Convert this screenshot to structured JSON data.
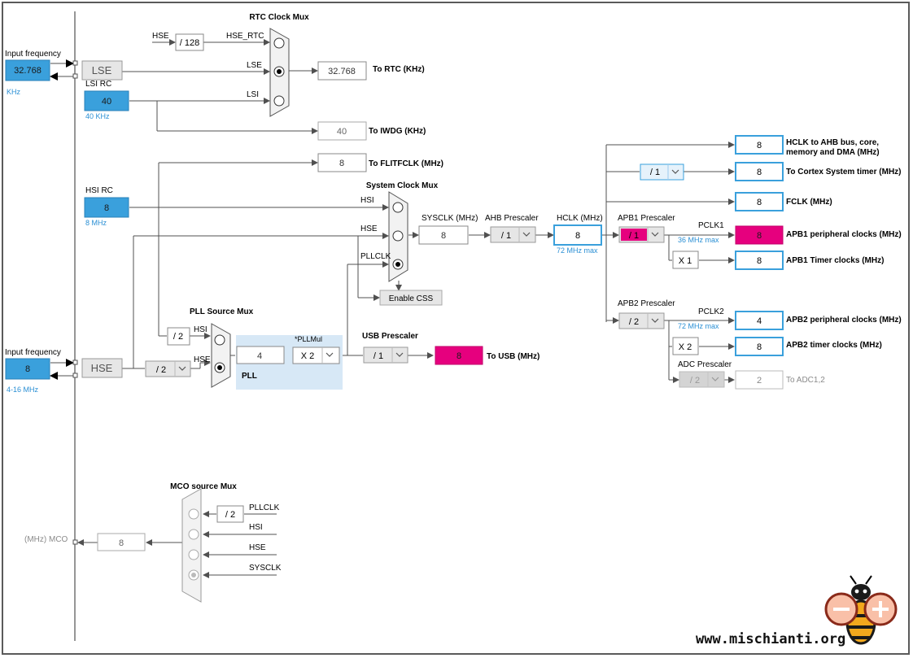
{
  "colors": {
    "blue": "#3aa0dc",
    "magenta": "#e6007e",
    "line": "#505050",
    "light_panel": "#d7e8f6"
  },
  "texts": {
    "rtc_mux": "RTC Clock Mux",
    "hse": "HSE",
    "div128": "/ 128",
    "hse_rtc": "HSE_RTC",
    "lse_label": "LSE",
    "lsi_label": "LSI",
    "input_freq": "Input frequency",
    "lse_val": "32.768",
    "lse_box": "LSE",
    "khz": "KHz",
    "lsi_rc": "LSI RC",
    "lsi_val": "40",
    "lsi_khz": "40 KHz",
    "rtc_out": "32.768",
    "to_rtc": "To RTC (KHz)",
    "iwdg_out": "40",
    "to_iwdg": "To IWDG (KHz)",
    "flit_out": "8",
    "to_flit": "To FLITFCLK (MHz)",
    "sys_mux": "System Clock Mux",
    "hsi_rc": "HSI RC",
    "hsi_val": "8",
    "hsi_mhz": "8 MHz",
    "hsi": "HSI",
    "hse2": "HSE",
    "pllclk": "PLLCLK",
    "sysclk_label": "SYSCLK (MHz)",
    "sysclk_val": "8",
    "ahb_label": "AHB Prescaler",
    "ahb_val": "/ 1",
    "hclk_label": "HCLK (MHz)",
    "hclk_val": "8",
    "hclk_max": "72 MHz max",
    "enable_css": "Enable CSS",
    "pll_src_mux": "PLL Source Mux",
    "div2a": "/ 2",
    "hsi3": "HSI",
    "hse3": "HSE",
    "pll_val": "4",
    "pllmul_label": "*PLLMul",
    "pllmul_val": "X 2",
    "pll": "PLL",
    "usb_label": "USB Prescaler",
    "usb_div": "/ 1",
    "usb_val": "8",
    "to_usb": "To USB (MHz)",
    "input_freq2": "Input frequency",
    "hse_in": "8",
    "hse_box": "HSE",
    "hse_range": "4-16 MHz",
    "hse_div": "/ 2",
    "ahb_out": "8",
    "ahb_desc1": "HCLK to AHB bus, core,",
    "ahb_desc2": "memory and DMA (MHz)",
    "cortex_div": "/ 1",
    "cortex_val": "8",
    "cortex_desc": "To Cortex System timer (MHz)",
    "fclk_val": "8",
    "fclk_desc": "FCLK (MHz)",
    "apb1_label": "APB1 Prescaler",
    "apb1_div": "/ 1",
    "pclk1": "PCLK1",
    "pclk1_max": "36 MHz max",
    "apb1_periph": "8",
    "apb1_periph_desc": "APB1 peripheral clocks (MHz)",
    "x1": "X 1",
    "apb1_timer": "8",
    "apb1_timer_desc": "APB1 Timer clocks (MHz)",
    "apb2_label": "APB2 Prescaler",
    "apb2_div": "/ 2",
    "pclk2": "PCLK2",
    "pclk2_max": "72 MHz max",
    "apb2_periph": "4",
    "apb2_periph_desc": "APB2 peripheral clocks (MHz)",
    "x2": "X 2",
    "apb2_timer": "8",
    "apb2_timer_desc": "APB2 timer clocks (MHz)",
    "adc_label": "ADC Prescaler",
    "adc_div": "/ 2",
    "adc_val": "2",
    "to_adc": "To ADC1,2",
    "mco_mux": "MCO source Mux",
    "mco_div": "/ 2",
    "mco_pllclk": "PLLCLK",
    "mco_hsi": "HSI",
    "mco_hse": "HSE",
    "mco_sysclk": "SYSCLK",
    "mco_label": "(MHz) MCO",
    "mco_val": "8",
    "watermark": "www.mischianti.org"
  }
}
